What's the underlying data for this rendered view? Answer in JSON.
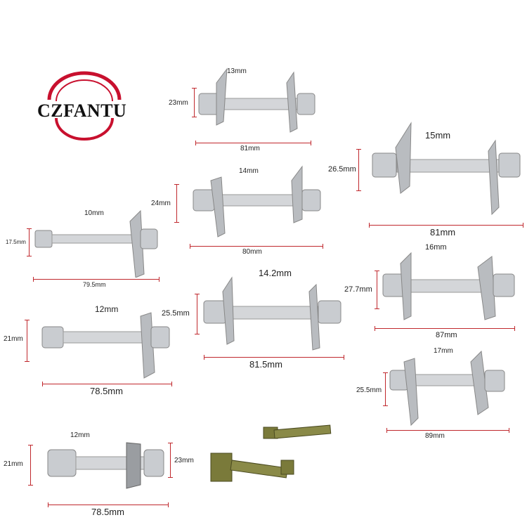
{
  "brand": {
    "name": "CZFANTU",
    "accent": "#c8102e"
  },
  "colors": {
    "dimension_line": "#c0282d",
    "steel": "#c9ccd0",
    "bronze": "#7a7a3a"
  },
  "bolts": [
    {
      "id": "b1",
      "length": "81mm",
      "height": "23mm",
      "width": "13mm"
    },
    {
      "id": "b2",
      "length": "81mm",
      "height": "26.5mm",
      "width": "15mm"
    },
    {
      "id": "b3",
      "length": "80mm",
      "height": "24mm",
      "width": "14mm"
    },
    {
      "id": "b4",
      "length": "79.5mm",
      "height": "17.5mm",
      "width": "10mm"
    },
    {
      "id": "b5",
      "length": "87mm",
      "height": "27.7mm",
      "width": "16mm"
    },
    {
      "id": "b6",
      "length": "81.5mm",
      "height": "25.5mm",
      "width": "14.2mm"
    },
    {
      "id": "b7",
      "length": "78.5mm",
      "height": "21mm",
      "width": "12mm"
    },
    {
      "id": "b8",
      "length": "89mm",
      "height": "25.5mm",
      "width": "17mm"
    },
    {
      "id": "b9",
      "length": "78.5mm",
      "height": "21mm",
      "width": "12mm",
      "height2": "23mm"
    }
  ]
}
